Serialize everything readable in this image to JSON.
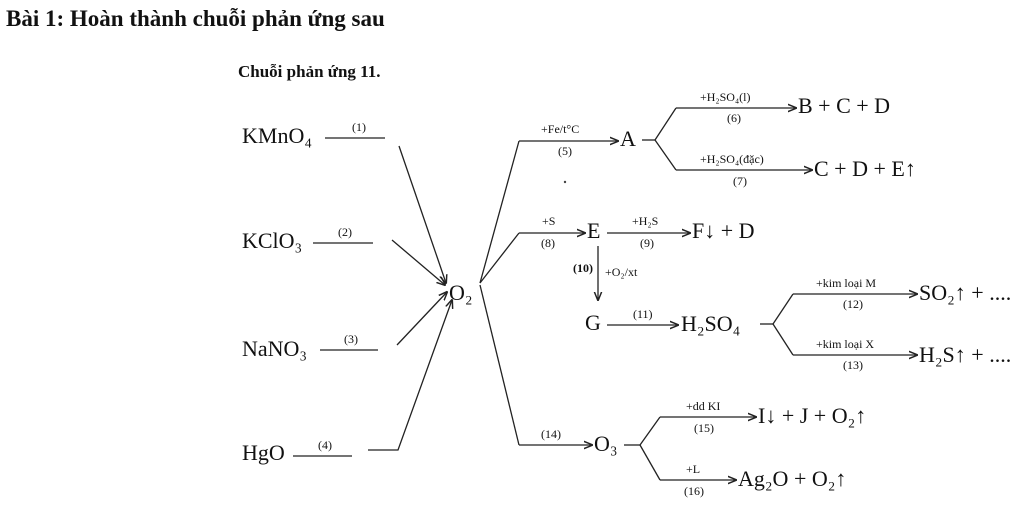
{
  "title": "Bài 1: Hoàn thành chuỗi phản ứng sau",
  "subtitle": "Chuỗi phản ứng 11.",
  "steps": {
    "s1": "(1)",
    "s2": "(2)",
    "s3": "(3)",
    "s4": "(4)",
    "s5": "(5)",
    "s6": "(6)",
    "s7": "(7)",
    "s8": "(8)",
    "s9": "(9)",
    "s10": "(10)",
    "s11": "(11)",
    "s12": "(12)",
    "s13": "(13)",
    "s14": "(14)",
    "s15": "(15)",
    "s16": "(16)"
  },
  "reagents": {
    "r5": "+Fe/t°C",
    "r6": "+H₂SO₄(l)",
    "r7": "+H₂SO₄(đặc)",
    "r8": "+S",
    "r9": "+H₂S",
    "r10": "+O₂/xt",
    "r12": "+kim loại M",
    "r13": "+kim loại X",
    "r15": "+dd KI",
    "r16": "+L"
  },
  "species": {
    "kmno4": "KMnO₄",
    "kclo3": "KClO₃",
    "nano3": "NaNO₃",
    "hgo": "HgO",
    "o2": "O₂",
    "a": "A",
    "e": "E",
    "g": "G",
    "h2so4": "H₂SO₄",
    "o3": "O₃",
    "p6": "B + C + D",
    "p7": "C + D + E↑",
    "p9": "F↓ + D",
    "p12": "SO₂↑ + ....",
    "p13": "H₂S↑ + ....",
    "p15": "I↓ + J + O₂↑",
    "p16": "Ag₂O + O₂↑"
  }
}
